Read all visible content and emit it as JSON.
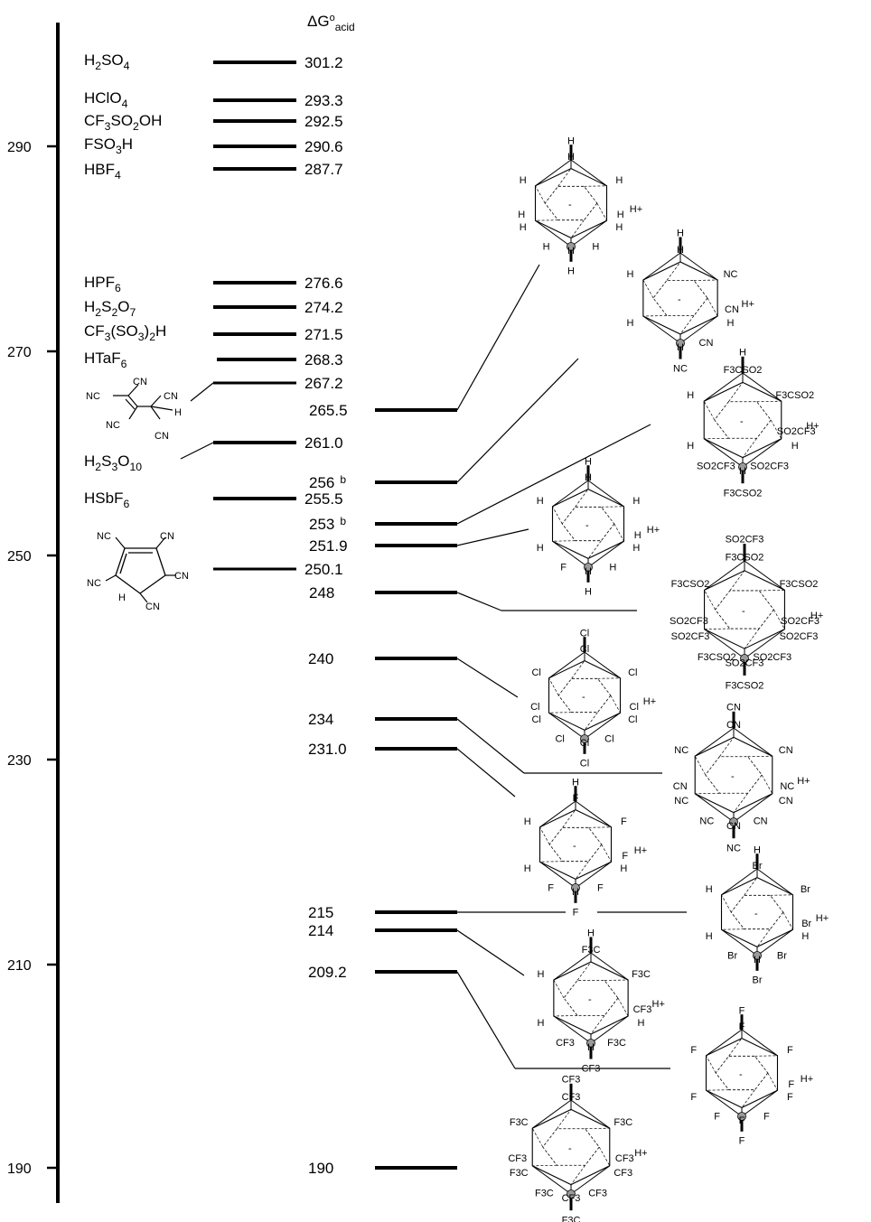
{
  "header": {
    "delta": "ΔG",
    "degree": "o",
    "sub": "acid"
  },
  "axis": {
    "ticks": [
      "290",
      "270",
      "250",
      "230",
      "210",
      "190"
    ]
  },
  "acids": [
    {
      "label": "H2SO4",
      "value": "301.2"
    },
    {
      "label": "HClO4",
      "value": "293.3"
    },
    {
      "label": "CF3SO2OH",
      "value": "292.5"
    },
    {
      "label": "FSO3H",
      "value": "290.6"
    },
    {
      "label": "HBF4",
      "value": "287.7"
    },
    {
      "label": "HPF6",
      "value": "276.6"
    },
    {
      "label": "H2S2O7",
      "value": "274.2"
    },
    {
      "label": "CF3(SO3)2H",
      "value": "271.5"
    },
    {
      "label": "HTaF6",
      "value": "268.3"
    },
    {
      "label": "",
      "value": "267.2"
    },
    {
      "label": "H2S3O10",
      "value": "261.0"
    },
    {
      "label": "HSbF6",
      "value": "255.5"
    },
    {
      "label": "",
      "value": "250.1"
    }
  ],
  "carboranes": [
    {
      "value": "265.5",
      "sup": ""
    },
    {
      "value": "256",
      "sup": "b"
    },
    {
      "value": "253",
      "sup": "b"
    },
    {
      "value": "251.9",
      "sup": ""
    },
    {
      "value": "248",
      "sup": ""
    },
    {
      "value": "240",
      "sup": ""
    },
    {
      "value": "234",
      "sup": ""
    },
    {
      "value": "231.0",
      "sup": ""
    },
    {
      "value": "215",
      "sup": ""
    },
    {
      "value": "214",
      "sup": ""
    },
    {
      "value": "209.2",
      "sup": ""
    },
    {
      "value": "190",
      "sup": ""
    }
  ],
  "organic": {
    "tricyano": {
      "cn": "CN",
      "nc": "NC",
      "h": "H"
    },
    "cyclopentadiene": {
      "cn": "CN",
      "nc": "NC",
      "h": "H"
    }
  },
  "clusters": [
    {
      "id": "h12",
      "labels": [
        "H",
        "H",
        "H",
        "H",
        "H",
        "H",
        "H",
        "H",
        "H",
        "H",
        "H",
        "H"
      ],
      "proton": "H+"
    },
    {
      "id": "cn6",
      "labels": [
        "H",
        "H",
        "H",
        "H",
        "H",
        "H",
        "NC",
        "NC",
        "CN",
        "CN"
      ],
      "proton": "H+"
    },
    {
      "id": "so2cf3-6",
      "labels": [
        "H",
        "H",
        "H",
        "H",
        "H",
        "F3CSO2",
        "F3CSO2",
        "F3CSO2",
        "SO2CF3",
        "SO2CF3",
        "SO2CF3"
      ],
      "proton": "H+"
    },
    {
      "id": "f1",
      "labels": [
        "H",
        "H",
        "H",
        "H",
        "H",
        "H",
        "H",
        "H",
        "H",
        "H",
        "F"
      ],
      "proton": "H+"
    },
    {
      "id": "so2cf3-12",
      "labels": [
        "SO2CF3",
        "SO2CF3",
        "SO2CF3",
        "SO2CF3",
        "F3CSO2",
        "F3CSO2",
        "F3CSO2",
        "F3CSO2",
        "SO2CF3",
        "SO2CF3",
        "F3CSO2",
        "SO2CF3"
      ],
      "proton": "H+"
    },
    {
      "id": "cl11",
      "labels": [
        "Cl",
        "Cl",
        "Cl",
        "Cl",
        "Cl",
        "Cl",
        "Cl",
        "Cl",
        "Cl",
        "Cl",
        "Cl",
        "Cl"
      ],
      "proton": "H+"
    },
    {
      "id": "cn12",
      "labels": [
        "CN",
        "CN",
        "CN",
        "NC",
        "NC",
        "CN",
        "CN",
        "NC",
        "NC",
        "CN",
        "NC",
        "CN"
      ],
      "proton": "H+"
    },
    {
      "id": "f6",
      "labels": [
        "H",
        "H",
        "H",
        "H",
        "H",
        "F",
        "F",
        "F",
        "F",
        "F",
        "F"
      ],
      "proton": "H+"
    },
    {
      "id": "br6",
      "labels": [
        "H",
        "H",
        "H",
        "H",
        "H",
        "Br",
        "Br",
        "Br",
        "Br",
        "Br",
        "Br"
      ],
      "proton": "H+"
    },
    {
      "id": "cf3-6",
      "labels": [
        "H",
        "H",
        "H",
        "H",
        "H",
        "F3C",
        "F3C",
        "CF3",
        "CF3",
        "F3C",
        "CF3"
      ],
      "proton": "H+"
    },
    {
      "id": "f11",
      "labels": [
        "F",
        "F",
        "F",
        "F",
        "F",
        "F",
        "F",
        "F",
        "F",
        "F",
        "F"
      ],
      "proton": "H+"
    },
    {
      "id": "cf3-11",
      "labels": [
        "CF3",
        "CF3",
        "CF3",
        "F3C",
        "F3C",
        "CF3",
        "F3C",
        "F3C",
        "CF3",
        "CF3",
        "F3C",
        "CF3"
      ],
      "proton": "H+"
    }
  ]
}
